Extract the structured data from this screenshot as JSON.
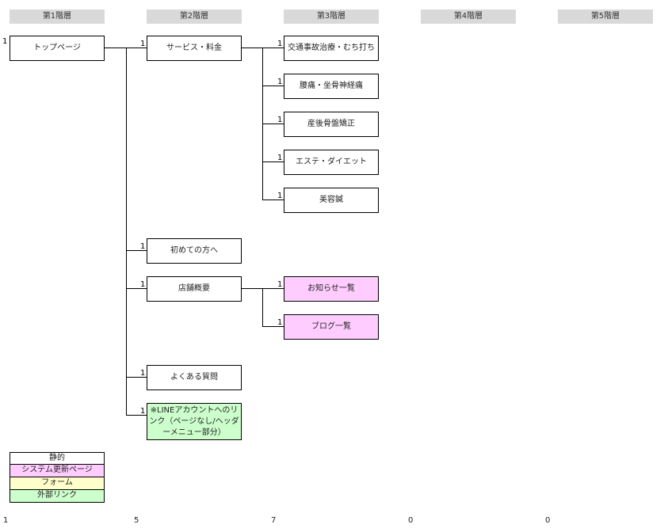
{
  "headers": [
    "第1階層",
    "第2階層",
    "第3階層",
    "第4階層",
    "第5階層"
  ],
  "nodes": {
    "top": {
      "label": "トップページ",
      "count": "1"
    },
    "service": {
      "label": "サービス・料金",
      "count": "1"
    },
    "koutsu": {
      "label": "交通事故治療・むち打ち",
      "count": "1"
    },
    "youtsu": {
      "label": "腰痛・坐骨神経痛",
      "count": "1"
    },
    "sango": {
      "label": "産後骨盤矯正",
      "count": "1"
    },
    "esthe": {
      "label": "エステ・ダイエット",
      "count": "1"
    },
    "biyou": {
      "label": "美容鍼",
      "count": "1"
    },
    "hajimete": {
      "label": "初めての方へ",
      "count": "1"
    },
    "tenpo": {
      "label": "店舗概要",
      "count": "1"
    },
    "oshirase": {
      "label": "お知らせ一覧",
      "count": "1"
    },
    "blog": {
      "label": "ブログ一覧",
      "count": "1"
    },
    "faq": {
      "label": "よくある質問",
      "count": "1"
    },
    "line": {
      "label": "※LINEアカウントへのリンク（ページなし/ヘッダーメニュー部分）",
      "count": "1"
    }
  },
  "legend": [
    "静的",
    "システム更新ページ",
    "フォーム",
    "外部リンク"
  ],
  "legend_colors": [
    "#ffffff",
    "#ffccff",
    "#ffffcc",
    "#ccffcc"
  ],
  "totals": [
    "1",
    "5",
    "7",
    "0",
    "0"
  ]
}
